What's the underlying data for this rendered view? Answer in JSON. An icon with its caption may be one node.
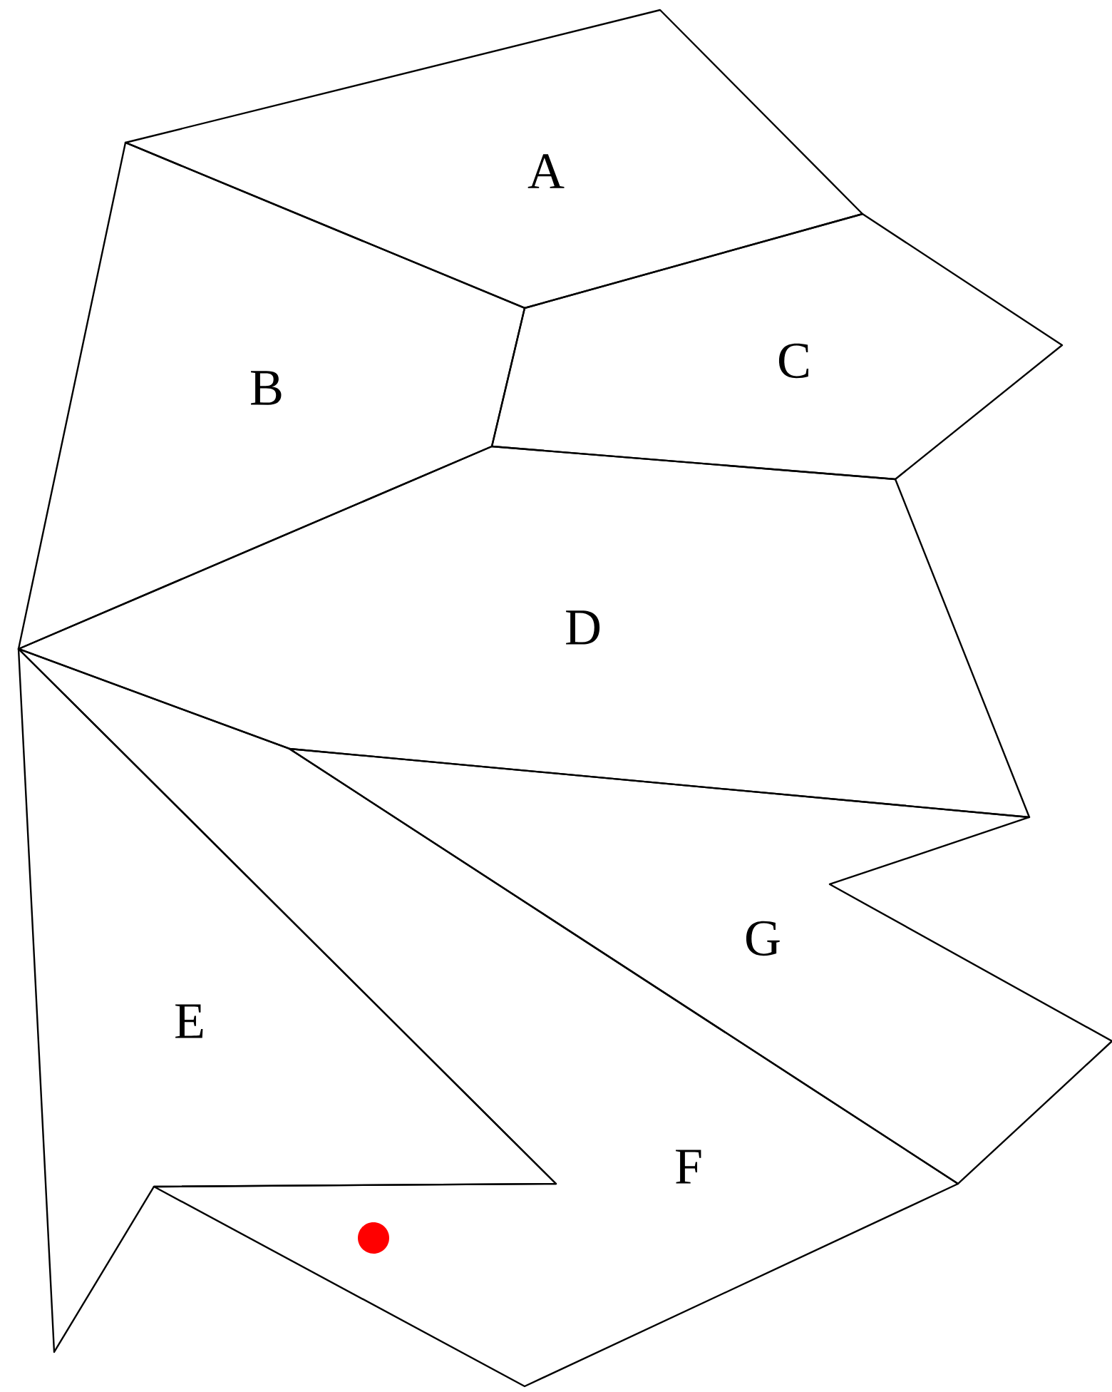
{
  "diagram": {
    "nodes": [
      {
        "text": [
          "A"
        ]
      },
      {
        "text": [
          "B"
        ]
      },
      {
        "text": [
          "C"
        ]
      },
      {
        "text": [
          "D"
        ]
      },
      {
        "text": [
          "E"
        ]
      },
      {
        "text": [
          "F"
        ]
      },
      {
        "text": [
          "G"
        ]
      }
    ]
  }
}
